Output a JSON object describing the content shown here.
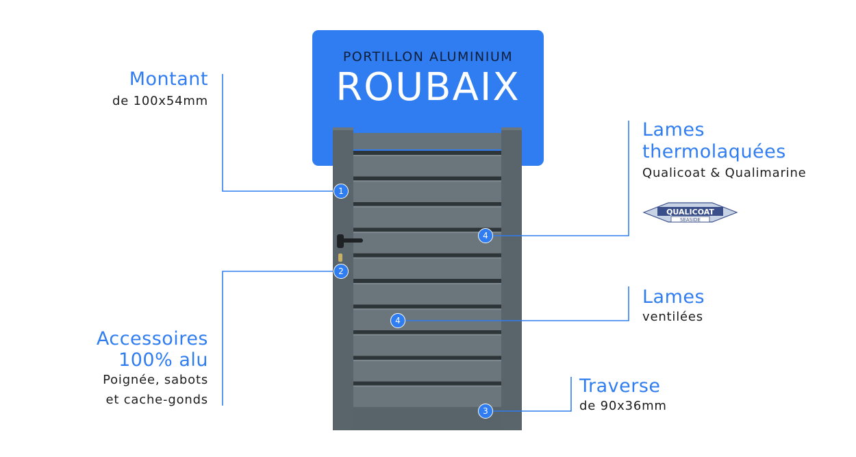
{
  "header": {
    "subtitle": "PORTILLON ALUMINIUM",
    "title": "ROUBAIX"
  },
  "callouts": {
    "montant": {
      "title": "Montant",
      "detail": "de 100x54mm",
      "badge": "1"
    },
    "accessoires": {
      "title_line1": "Accessoires",
      "title_line2": "100% alu",
      "detail_line1": "Poignée, sabots",
      "detail_line2": "et cache-gonds",
      "badge": "2"
    },
    "traverse": {
      "title": "Traverse",
      "detail": "de 90x36mm",
      "badge": "3"
    },
    "lames_thermo": {
      "title_line1": "Lames",
      "title_line2": "thermolaquées",
      "detail": "Qualicoat & Qualimarine",
      "badge": "4"
    },
    "lames_vent": {
      "title": "Lames",
      "detail": "ventilées",
      "badge": "4"
    }
  },
  "logo": {
    "name": "qualicoat-seaside-logo",
    "text": "QUALICOAT",
    "subtext": "SEASIDE"
  },
  "colors": {
    "accent": "#2f7df0",
    "gate": "#5f6a70",
    "gate_dark": "#3a4246"
  }
}
